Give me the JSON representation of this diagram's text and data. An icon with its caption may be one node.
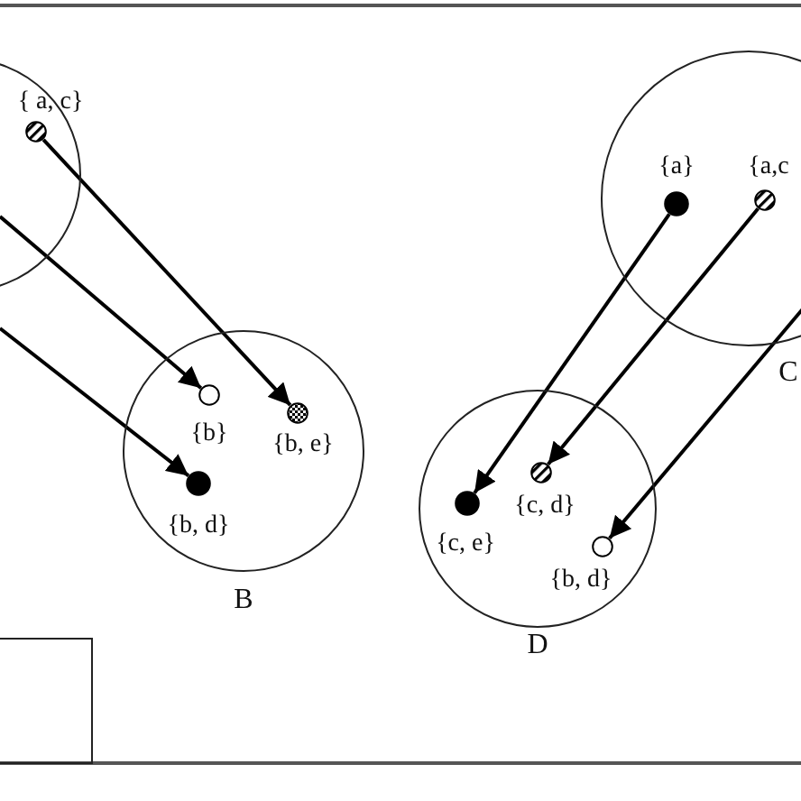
{
  "diagram": {
    "nodes": [
      {
        "text": [],
        "shape": "circle"
      },
      {
        "text": [
          "{ a, c}"
        ],
        "in": 0
      },
      {
        "text": [
          "B"
        ]
      },
      {
        "text": [
          "{b}"
        ],
        "in": 2
      },
      {
        "text": [
          "{b, e}"
        ],
        "in": 2
      },
      {
        "text": [
          "{b, d}"
        ],
        "in": 2
      },
      {
        "text": [
          "C"
        ]
      },
      {
        "text": [
          "{a}"
        ],
        "in": 6
      },
      {
        "text": [
          "{a,c"
        ],
        "in": 6
      },
      {
        "text": [
          "D"
        ]
      },
      {
        "text": [
          "{c, d}"
        ],
        "in": 9
      },
      {
        "text": [
          "{c, e}"
        ],
        "in": 9
      },
      {
        "text": [
          "{b, d}"
        ],
        "in": 9
      }
    ],
    "edges": [
      {
        "from": null,
        "to": 3,
        "arrow": "to"
      },
      {
        "from": null,
        "to": 5,
        "arrow": "to"
      },
      {
        "from": 1,
        "to": 4,
        "arrow": "to"
      },
      {
        "from": 7,
        "to": 11,
        "arrow": "to"
      },
      {
        "from": 8,
        "to": 10,
        "arrow": "to"
      },
      {
        "from": null,
        "to": 12,
        "arrow": "to"
      }
    ]
  }
}
